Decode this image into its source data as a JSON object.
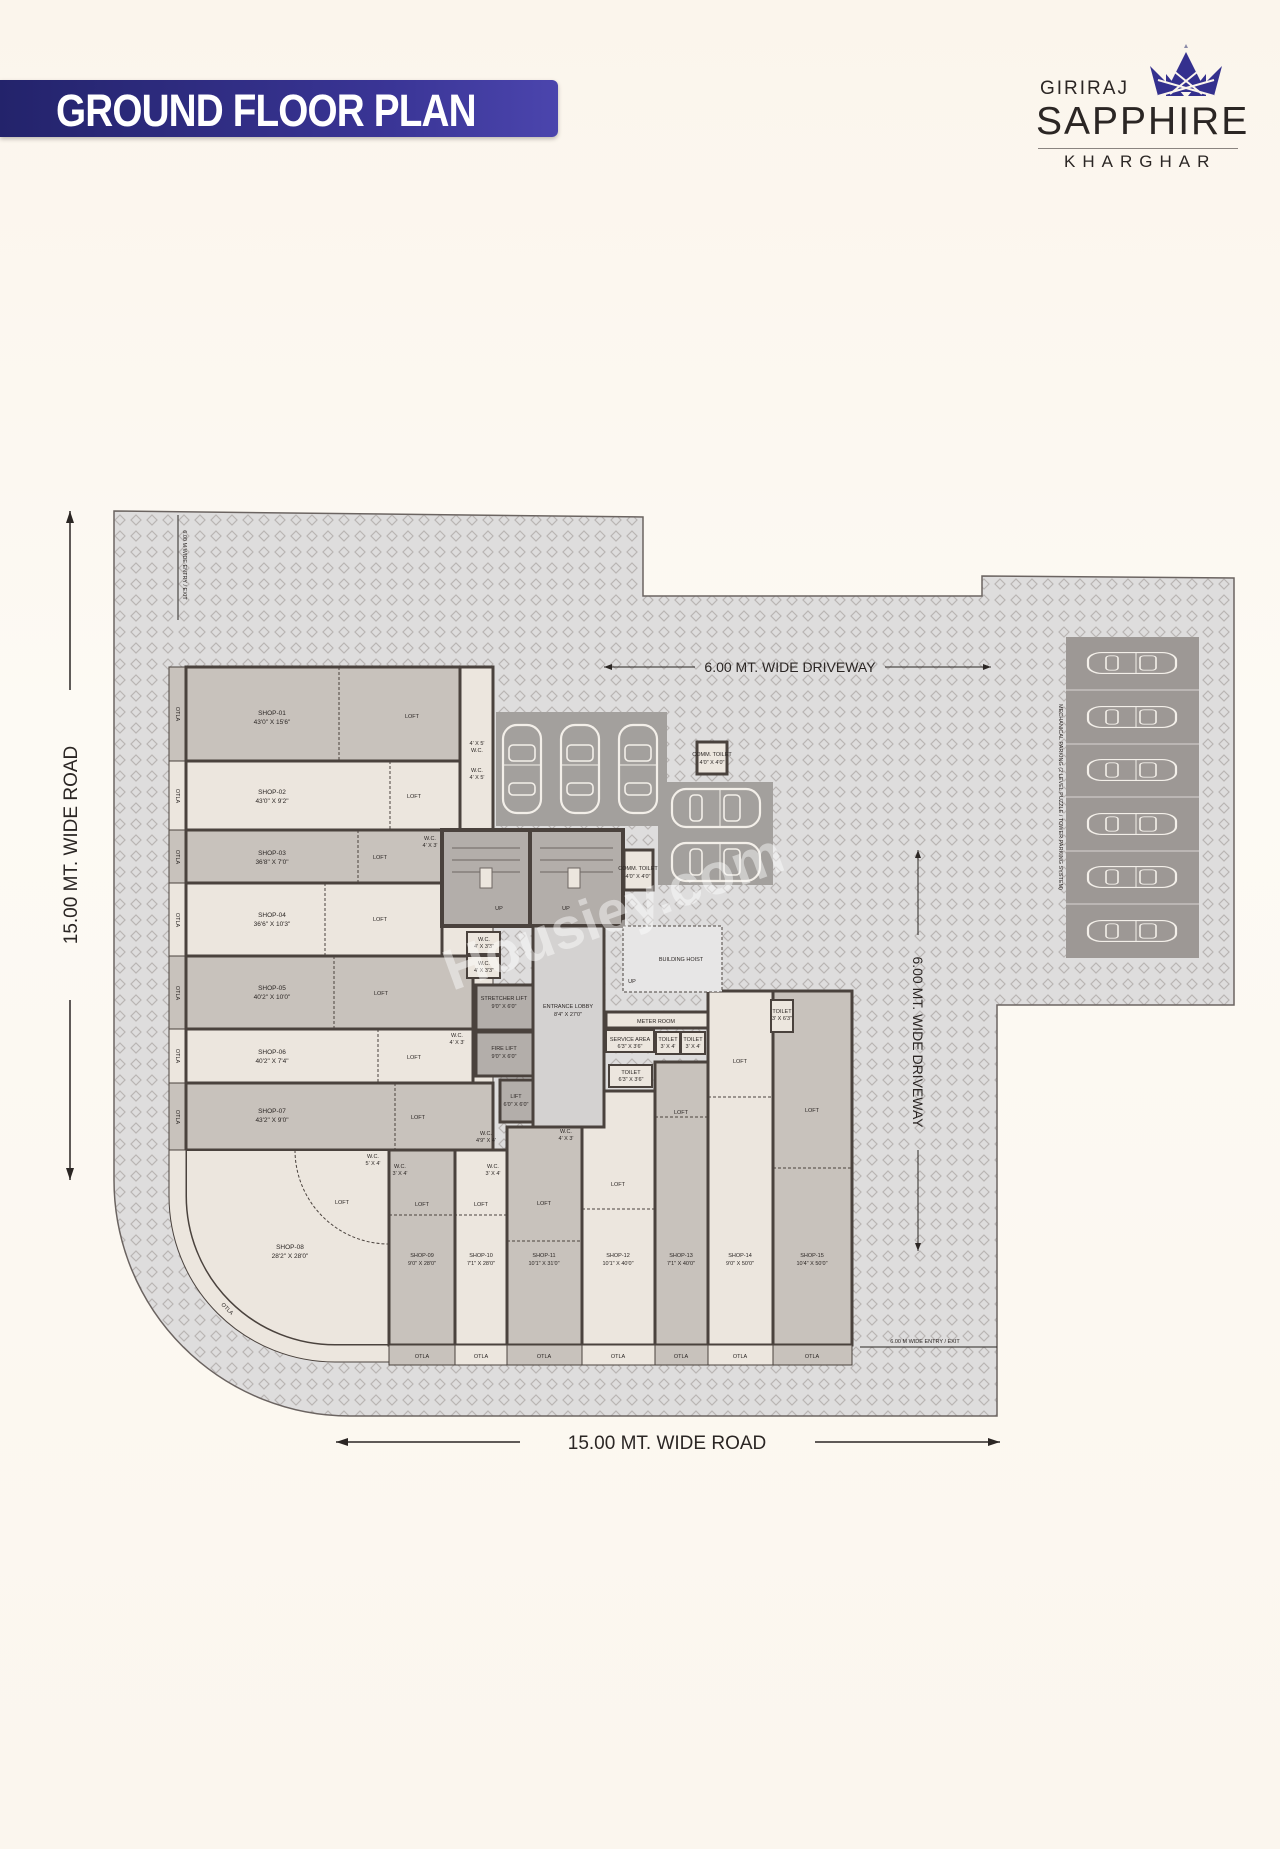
{
  "title": "GROUND FLOOR PLAN",
  "brand": {
    "line1": "GIRIRAJ",
    "line2": "SAPPHIRE",
    "line3": "KHARGHAR",
    "accent": "#3a3596"
  },
  "watermark": "Housiey.com",
  "roads": {
    "left": "15.00 MT. WIDE ROAD",
    "bottom": "15.00 MT. WIDE ROAD"
  },
  "driveways": {
    "top": "6.00 MT. WIDE DRIVEWAY",
    "right": "6.00 MT. WIDE DRIVEWAY"
  },
  "entry_exit": {
    "top": "6.00 M WIDE ENTRY / EXIT",
    "bottom": "6.00 M WIDE ENTRY / EXIT"
  },
  "mechanical_parking": "MECHANICAL PARKING (2 LEVEL PUZZLE / TOWER PARKING SYSTEM)",
  "common": {
    "otla": "OTLA",
    "loft": "LOFT",
    "wc": "W.C.",
    "up": "UP"
  },
  "shops": [
    {
      "name": "SHOP-01",
      "size": "43'0\" X 15'6\""
    },
    {
      "name": "SHOP-02",
      "size": "43'0\" X 9'2\""
    },
    {
      "name": "SHOP-03",
      "size": "36'8\" X 7'0\""
    },
    {
      "name": "SHOP-04",
      "size": "36'6\" X 10'3\""
    },
    {
      "name": "SHOP-05",
      "size": "40'2\" X 10'0\""
    },
    {
      "name": "SHOP-06",
      "size": "40'2\" X 7'4\""
    },
    {
      "name": "SHOP-07",
      "size": "43'2\" X 9'0\""
    },
    {
      "name": "SHOP-08",
      "size": "28'2\" X 28'0\""
    },
    {
      "name": "SHOP-09",
      "size": "9'0\" X 28'0\""
    },
    {
      "name": "SHOP-10",
      "size": "7'1\" X 28'0\""
    },
    {
      "name": "SHOP-11",
      "size": "10'1\" X 31'0\""
    },
    {
      "name": "SHOP-12",
      "size": "10'1\" X 40'0\""
    },
    {
      "name": "SHOP-13",
      "size": "7'1\" X 40'0\""
    },
    {
      "name": "SHOP-14",
      "size": "9'0\" X 50'0\""
    },
    {
      "name": "SHOP-15",
      "size": "10'4\" X 50'0\""
    }
  ],
  "core": {
    "stretcher_lift": {
      "name": "STRETCHER LIFT",
      "size": "9'0\" X 6'0\""
    },
    "fire_lift": {
      "name": "FIRE LIFT",
      "size": "9'0\" X 6'0\""
    },
    "lift": {
      "name": "LIFT",
      "size": "6'0\" X 6'0\""
    },
    "lobby": {
      "name": "ENTRANCE LOBBY",
      "size": "8'4\" X 27'0\""
    },
    "meter_room": "METER ROOM",
    "building_hoist": "BUILDING HOIST",
    "service_area": {
      "name": "SERVICE AREA",
      "size": "6'3\" X 3'6\""
    },
    "toilet_a": {
      "name": "TOILET",
      "size": "6'3\" X 3'6\""
    },
    "toilet_b": {
      "name": "TOILET",
      "size": "3' X 4'"
    },
    "toilet_c": {
      "name": "TOILET",
      "size": "3' X 4'"
    },
    "toilet_d": {
      "name": "TOILET",
      "size": "3' X 6'3\""
    },
    "comm_toilet": {
      "name": "COMM. TOILET",
      "size": "4'0\" X 4'0\""
    },
    "wc_sizes": [
      "4' X 5'",
      "4' X 5'",
      "4' X 3'",
      "4' X 3'3\"",
      "4' X 3'3\"",
      "4' X 3'",
      "4'9\" X 4'",
      "4' X 3'",
      "5' X 4'",
      "3' X 4'",
      "3' X 4'"
    ]
  },
  "colors": {
    "dark_unit": "#c8c2bc",
    "light_unit": "#ece6de",
    "wall": "#4a423d",
    "paving": "#dedddd",
    "car_bay": "#9d9895"
  }
}
